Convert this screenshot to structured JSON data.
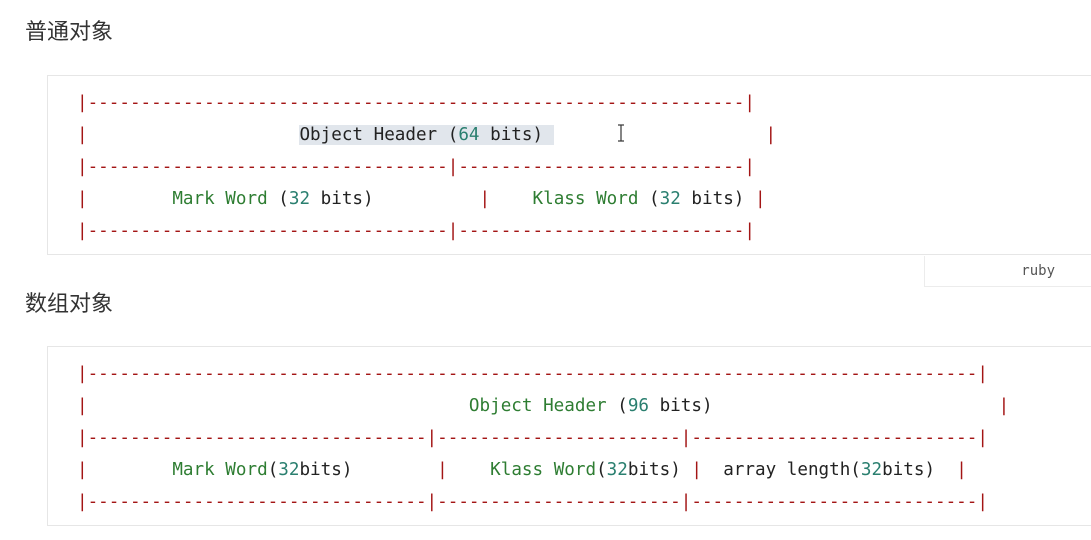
{
  "sections": [
    {
      "heading": "普通对象",
      "code_lines": [
        "|--------------------------------------------------------|",
        "|                    Object Header (64 bits)             |",
        "|----------------------------------|---------------------|",
        "|        Mark Word (32 bits)       |   Klass Word (32 bits) |",
        "|----------------------------------|---------------------|"
      ],
      "language": "ruby"
    },
    {
      "heading": "数组对象",
      "code_lines": [
        "|-------------------------------------------------------------------------------|",
        "|                                 Object Header (96 bits)                       |",
        "|--------------------------------|-----------------------|------------------------|",
        "|        Mark Word(32bits)       |    Klass Word(32bits) |  array length(32bits) |",
        "|--------------------------------|-----------------------|------------------------|"
      ]
    }
  ],
  "labels": {
    "heading1": "普通对象",
    "heading2": "数组对象",
    "lang1": "ruby"
  },
  "colors": {
    "dash": "#a31515",
    "identifier": "#2e7d32",
    "number": "#2a7f6f",
    "highlight": "#e1e6ec"
  }
}
